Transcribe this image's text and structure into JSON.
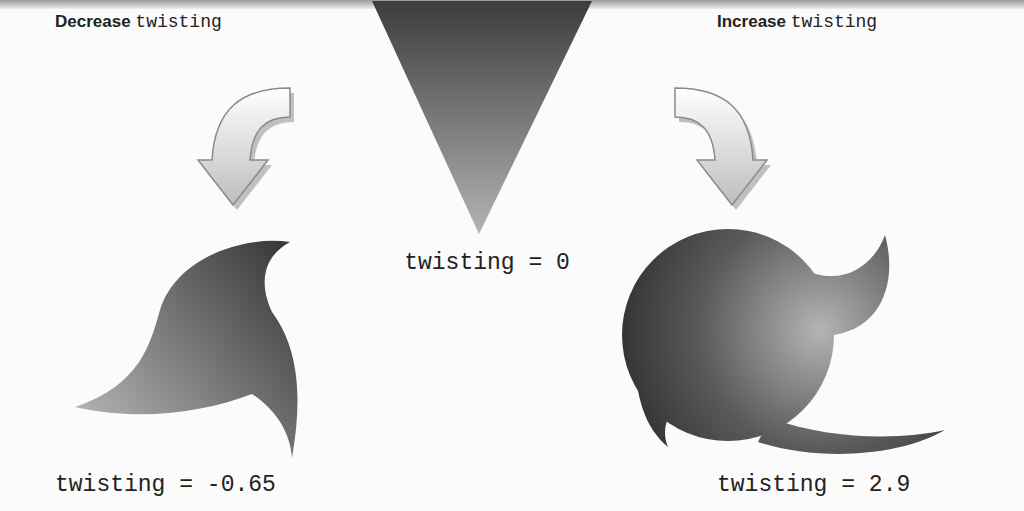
{
  "diagram": {
    "labels": [
      "Decrease twisting",
      "twisting = 0",
      "Increase twisting",
      "twisting = -0.65",
      "twisting = 2.9"
    ]
  }
}
